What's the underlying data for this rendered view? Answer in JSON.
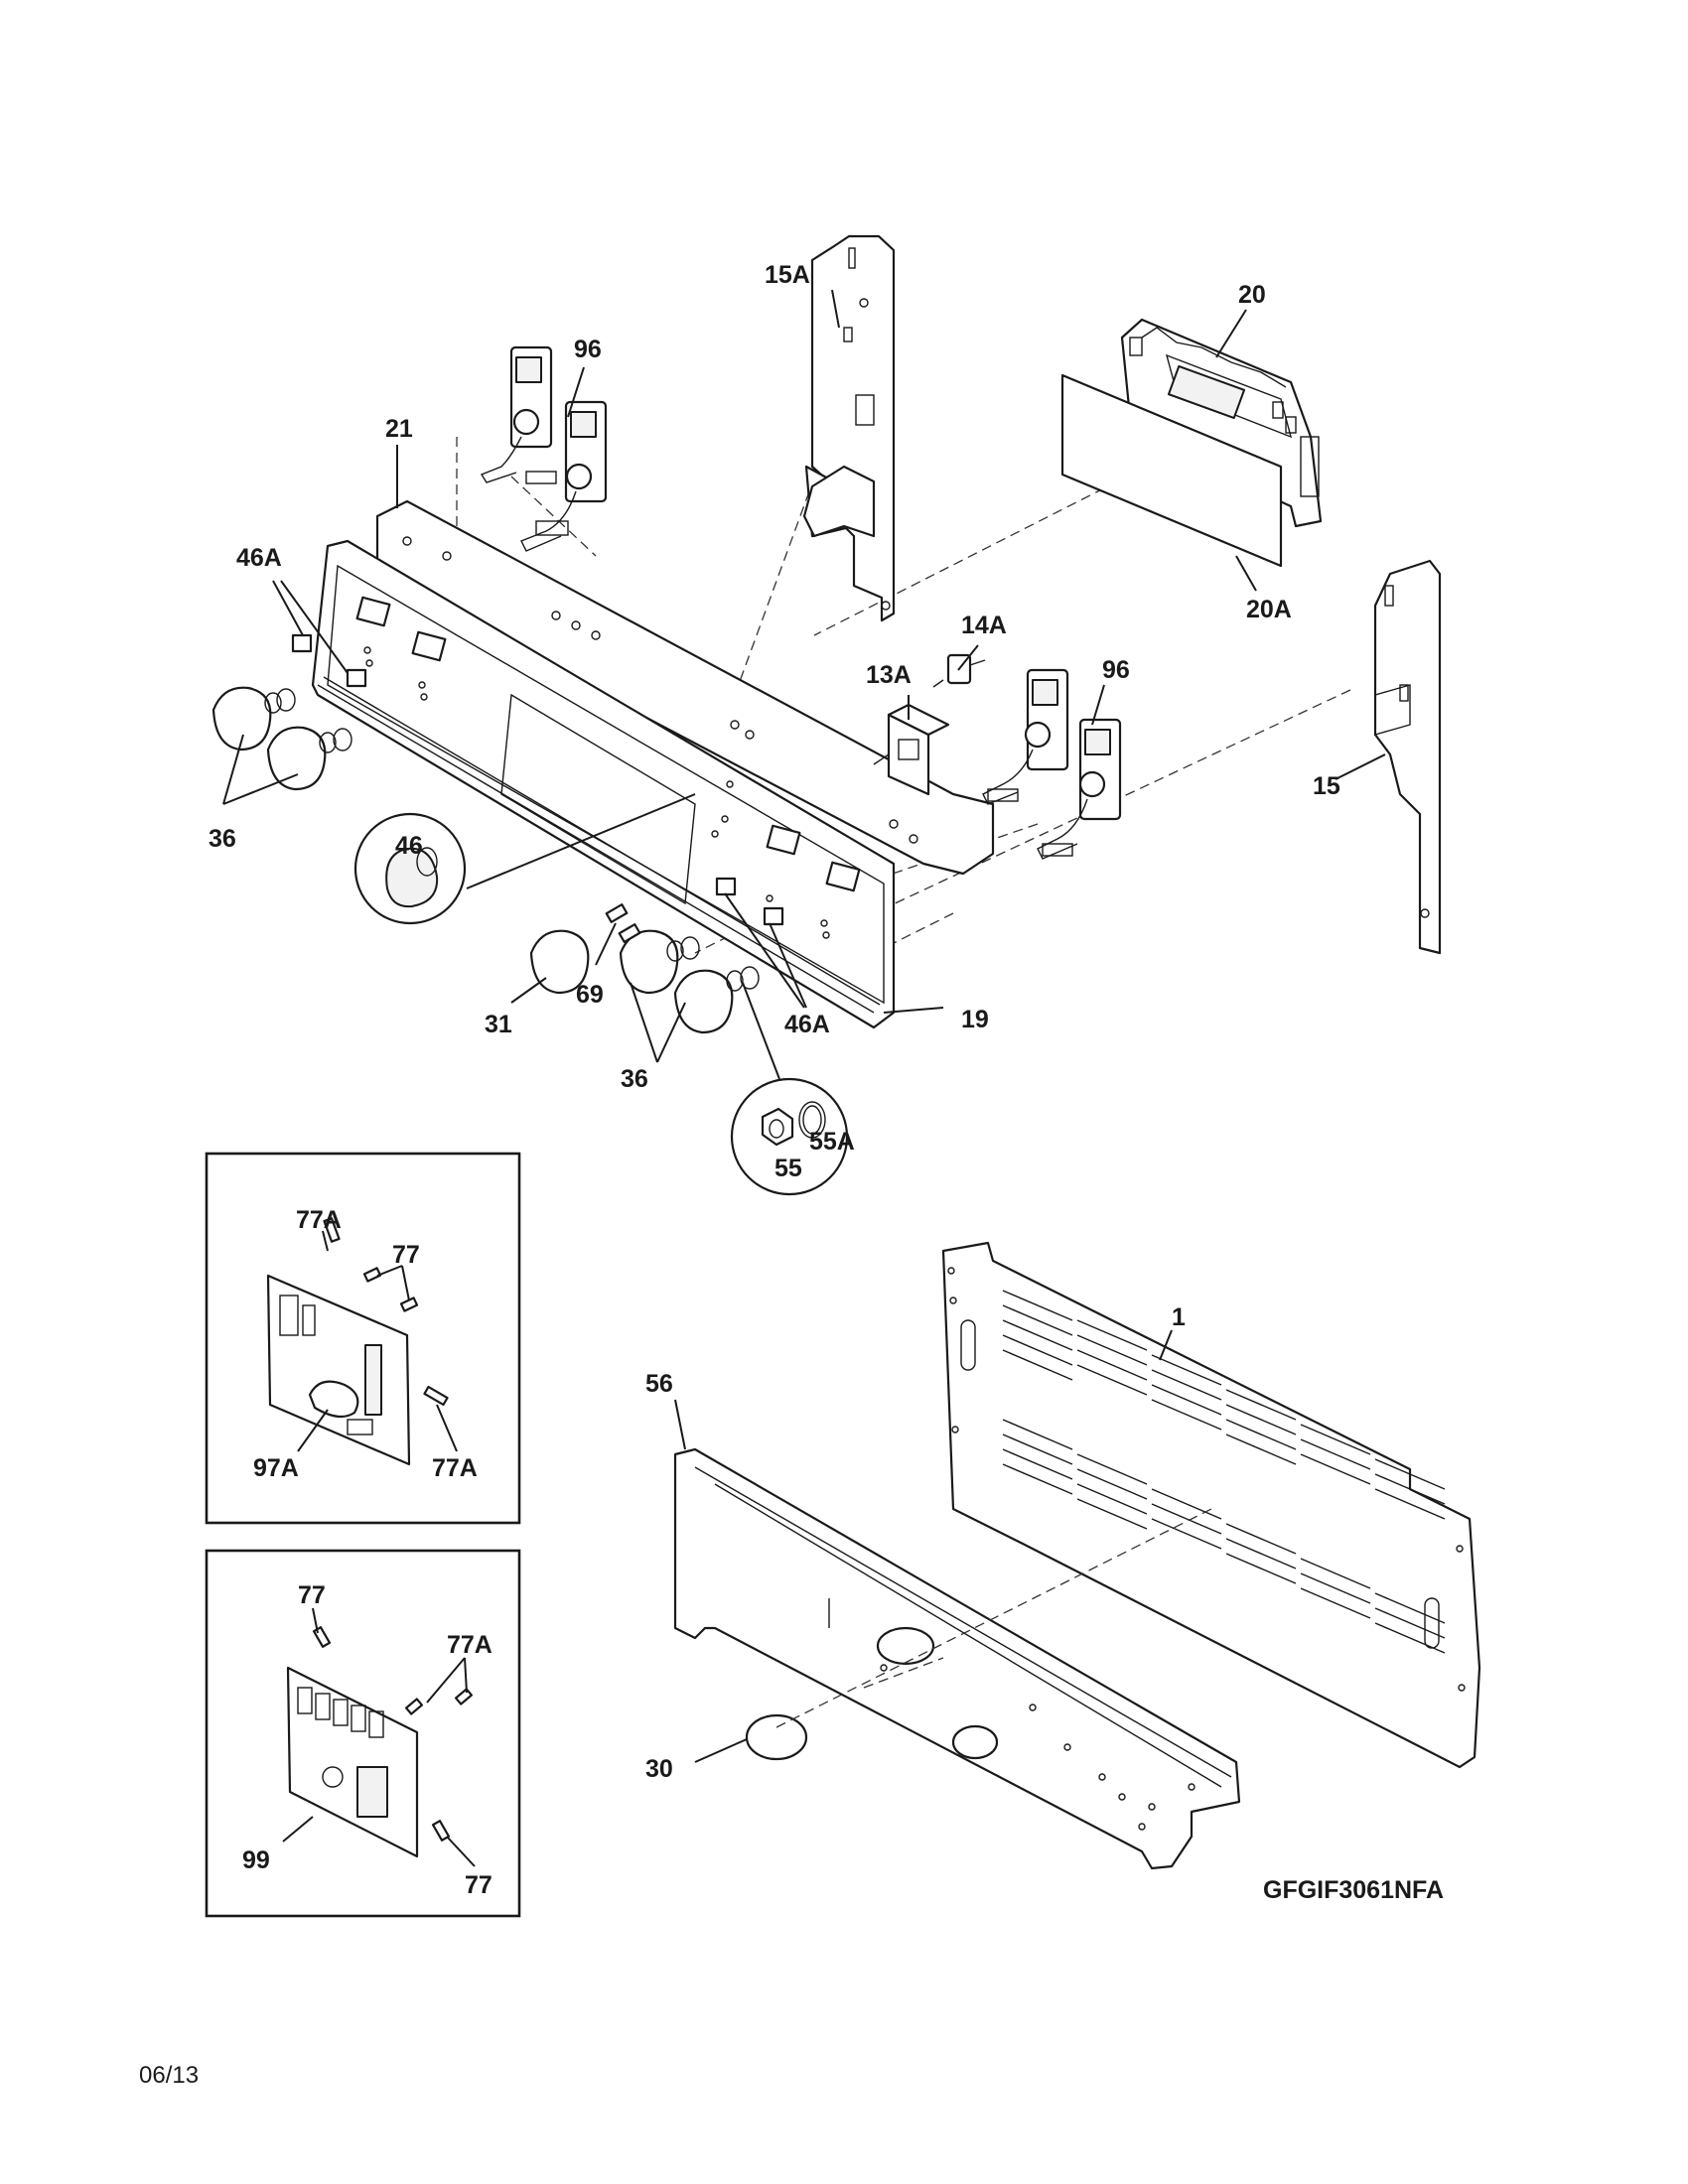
{
  "diagram": {
    "model_code": "GFGIF3061NFA",
    "date_code": "06/13",
    "labels": {
      "l_15A": "15A",
      "l_20": "20",
      "l_96a": "96",
      "l_21": "21",
      "l_46Aa": "46A",
      "l_20A": "20A",
      "l_14A": "14A",
      "l_13A": "13A",
      "l_96b": "96",
      "l_15": "15",
      "l_36a": "36",
      "l_46": "46",
      "l_69": "69",
      "l_31": "31",
      "l_46Ab": "46A",
      "l_19": "19",
      "l_36b": "36",
      "l_55A": "55A",
      "l_55": "55",
      "l_77Aa": "77A",
      "l_77a": "77",
      "l_97A": "97A",
      "l_77Ab": "77A",
      "l_1": "1",
      "l_56": "56",
      "l_77b": "77",
      "l_77Ac": "77A",
      "l_30": "30",
      "l_99": "99",
      "l_77c": "77"
    }
  }
}
